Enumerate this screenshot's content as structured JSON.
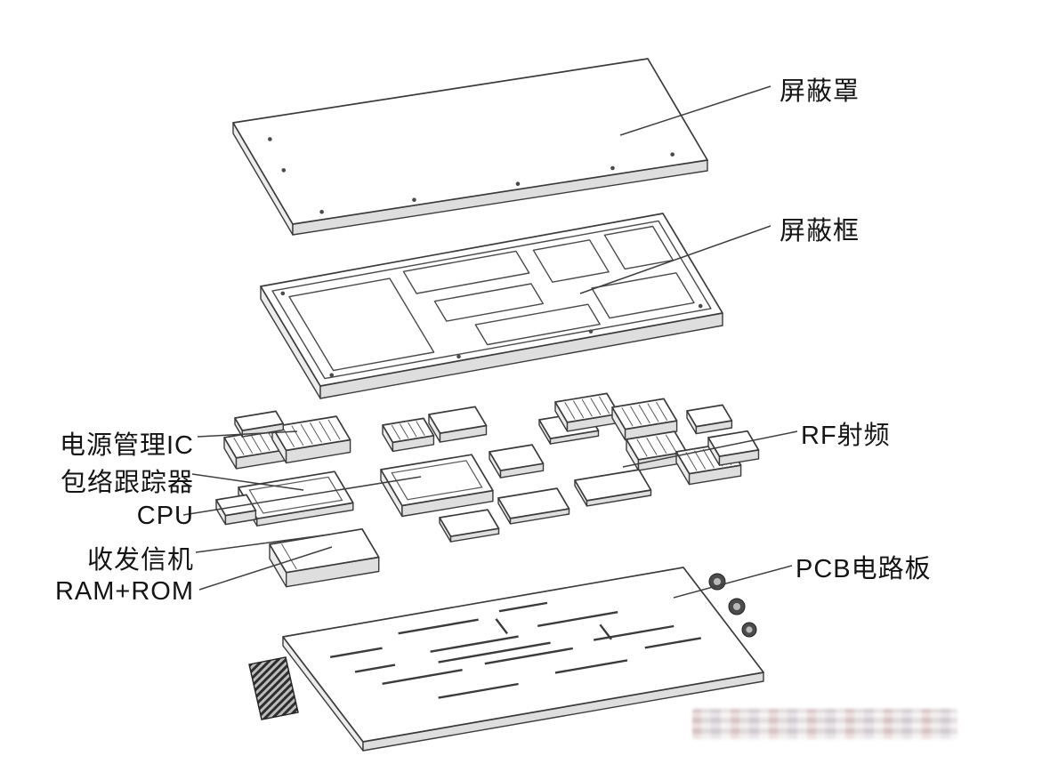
{
  "diagram": {
    "type": "exploded-view-assembly",
    "labels": {
      "shield_cover": "屏蔽罩",
      "shield_frame": "屏蔽框",
      "rf": "RF射频",
      "pcb_board": "PCB电路板",
      "pmic": "电源管理IC",
      "envelope_tracker": "包络跟踪器",
      "cpu": "CPU",
      "transceiver": "收发信机",
      "ram_rom": "RAM+ROM"
    },
    "colors": {
      "line": "#3b3b3b",
      "background": "#ffffff",
      "text": "#141414"
    }
  }
}
